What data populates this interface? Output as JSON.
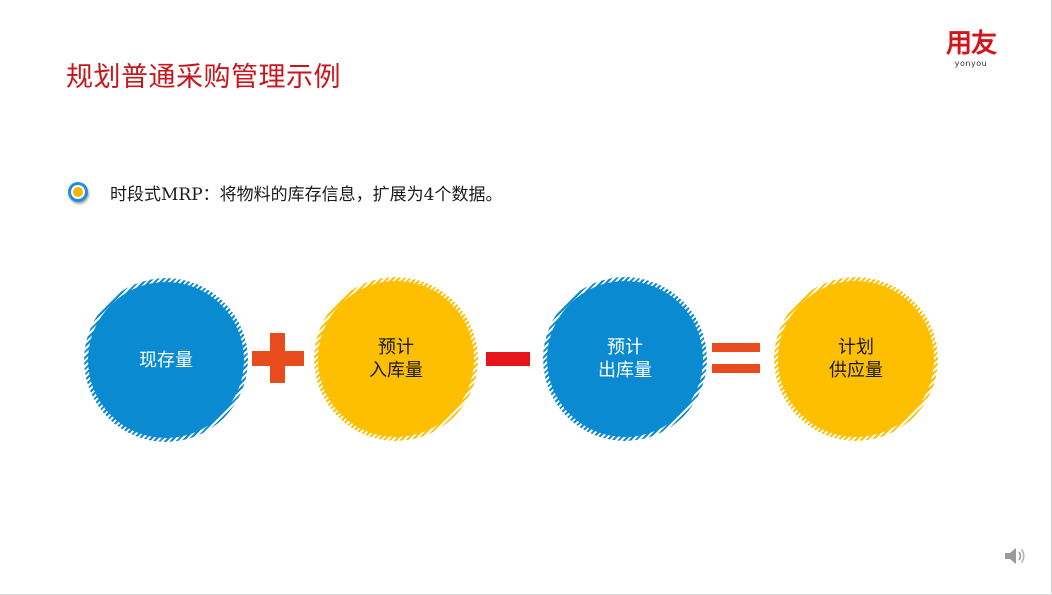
{
  "slide": {
    "title": "规划普通采购管理示例",
    "logo": {
      "cn": "用友",
      "en": "yonyou"
    },
    "bullet": {
      "text": "时段式MRP：将物料的库存信息，扩展为4个数据。"
    },
    "formula": [
      {
        "kind": "circle",
        "color": "#0a8bd1",
        "lines": [
          "现存量"
        ]
      },
      {
        "kind": "operator",
        "symbol": "+"
      },
      {
        "kind": "circle",
        "color": "#fdbf00",
        "lines": [
          "预计",
          "入库量"
        ]
      },
      {
        "kind": "operator",
        "symbol": "−"
      },
      {
        "kind": "circle",
        "color": "#0a8bd1",
        "lines": [
          "预计",
          "出库量"
        ]
      },
      {
        "kind": "operator",
        "symbol": "="
      },
      {
        "kind": "circle",
        "color": "#fdbf00",
        "lines": [
          "计划",
          "供应量"
        ]
      }
    ],
    "icons": {
      "bullet": "bullet-point-icon",
      "audio": "speaker-icon"
    }
  }
}
